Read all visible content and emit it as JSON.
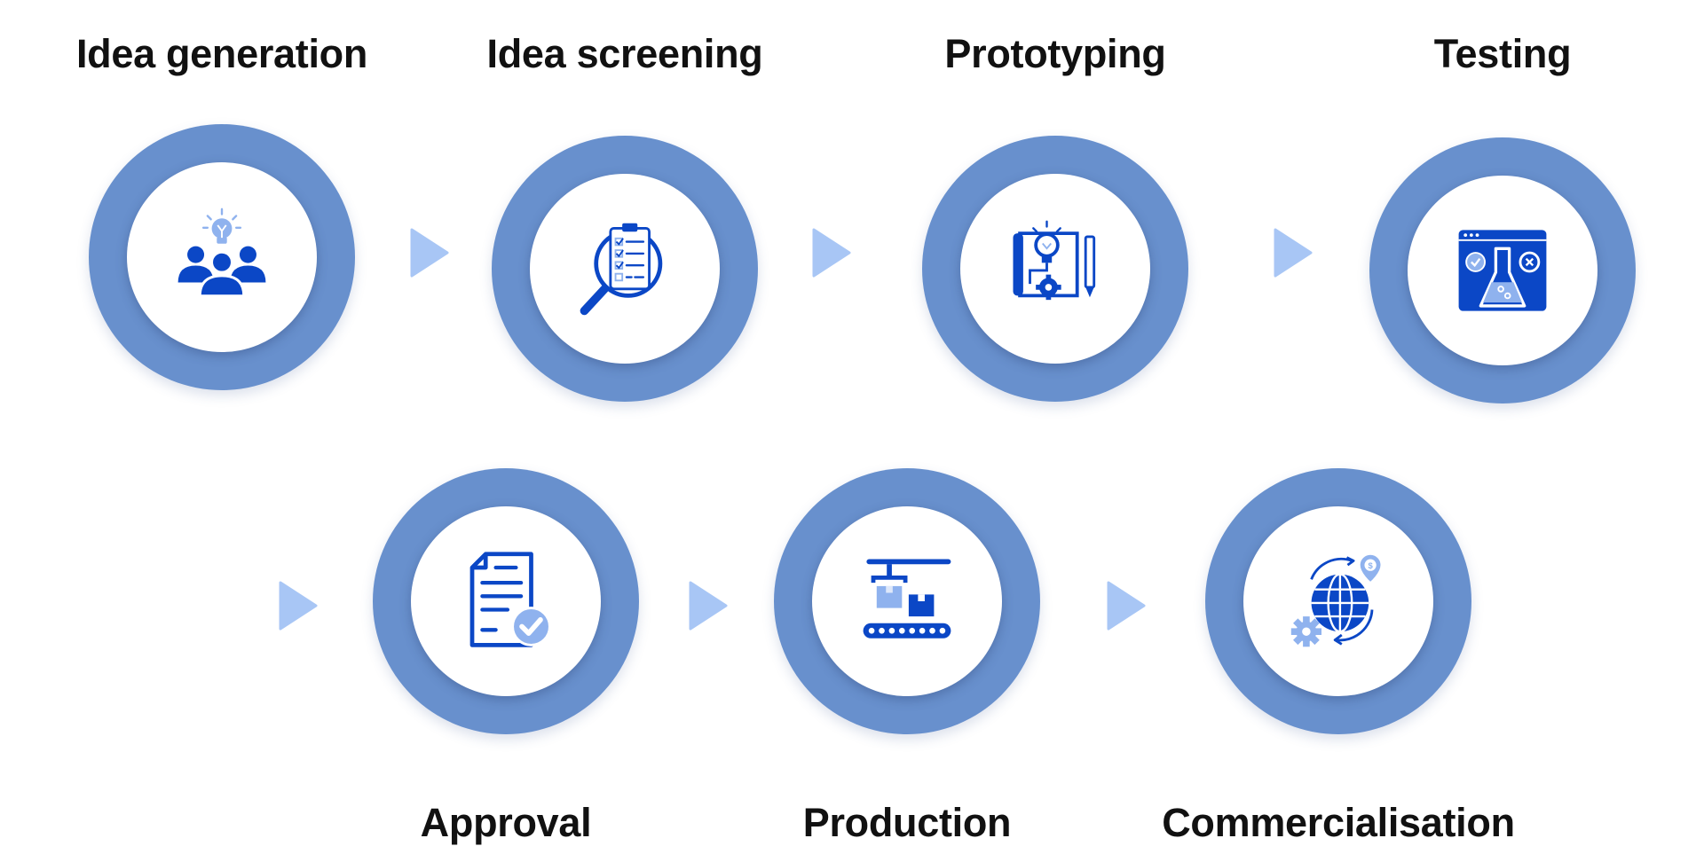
{
  "steps": [
    {
      "label": "Idea generation",
      "icon": "team-idea-icon"
    },
    {
      "label": "Idea screening",
      "icon": "checklist-magnifier-icon"
    },
    {
      "label": "Prototyping",
      "icon": "blueprint-idea-icon"
    },
    {
      "label": "Testing",
      "icon": "lab-flask-icon"
    },
    {
      "label": "Approval",
      "icon": "approved-document-icon"
    },
    {
      "label": "Production",
      "icon": "conveyor-belt-icon"
    },
    {
      "label": "Commercialisation",
      "icon": "global-market-icon"
    }
  ],
  "colors": {
    "ring": "#6890cd",
    "icon_dark": "#0b47c6",
    "icon_light": "#8fb2ee",
    "arrow": "#a8c6f5",
    "text": "#111111"
  }
}
